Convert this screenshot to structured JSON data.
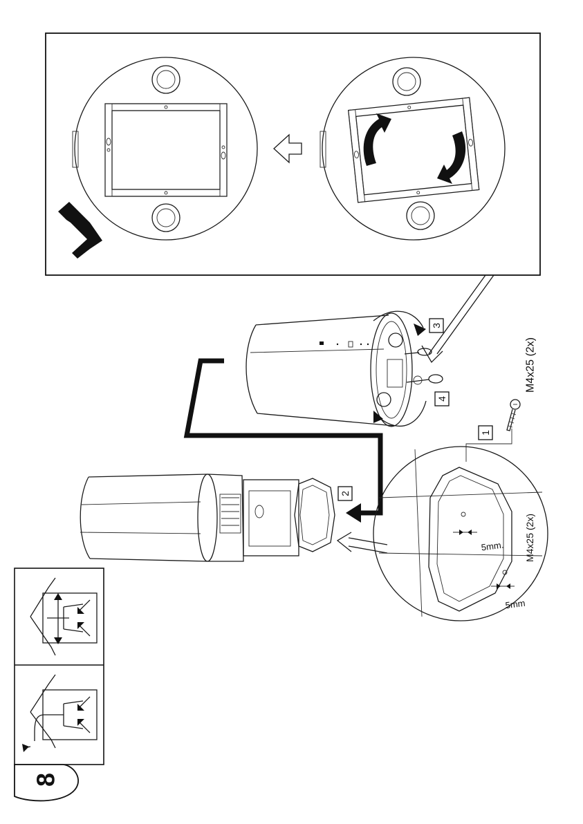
{
  "page": {
    "step_number": "8"
  },
  "callouts": {
    "step1": "1",
    "step2": "2",
    "step3": "3",
    "step4": "4"
  },
  "screws": {
    "spec_top": "M4x25 (2x)",
    "spec_detail": "M4x25 (2x)"
  },
  "dimensions": {
    "gap_a": "5mm.",
    "gap_b": "5mm"
  },
  "icons": {
    "mode_ducted": "ducted-extraction-mode-icon",
    "mode_recirculation": "recirculation-mode-icon",
    "check_mark": "check-mark-icon",
    "rotate": "rotate-arrows-icon",
    "screwdriver": "screwdriver-icon"
  }
}
